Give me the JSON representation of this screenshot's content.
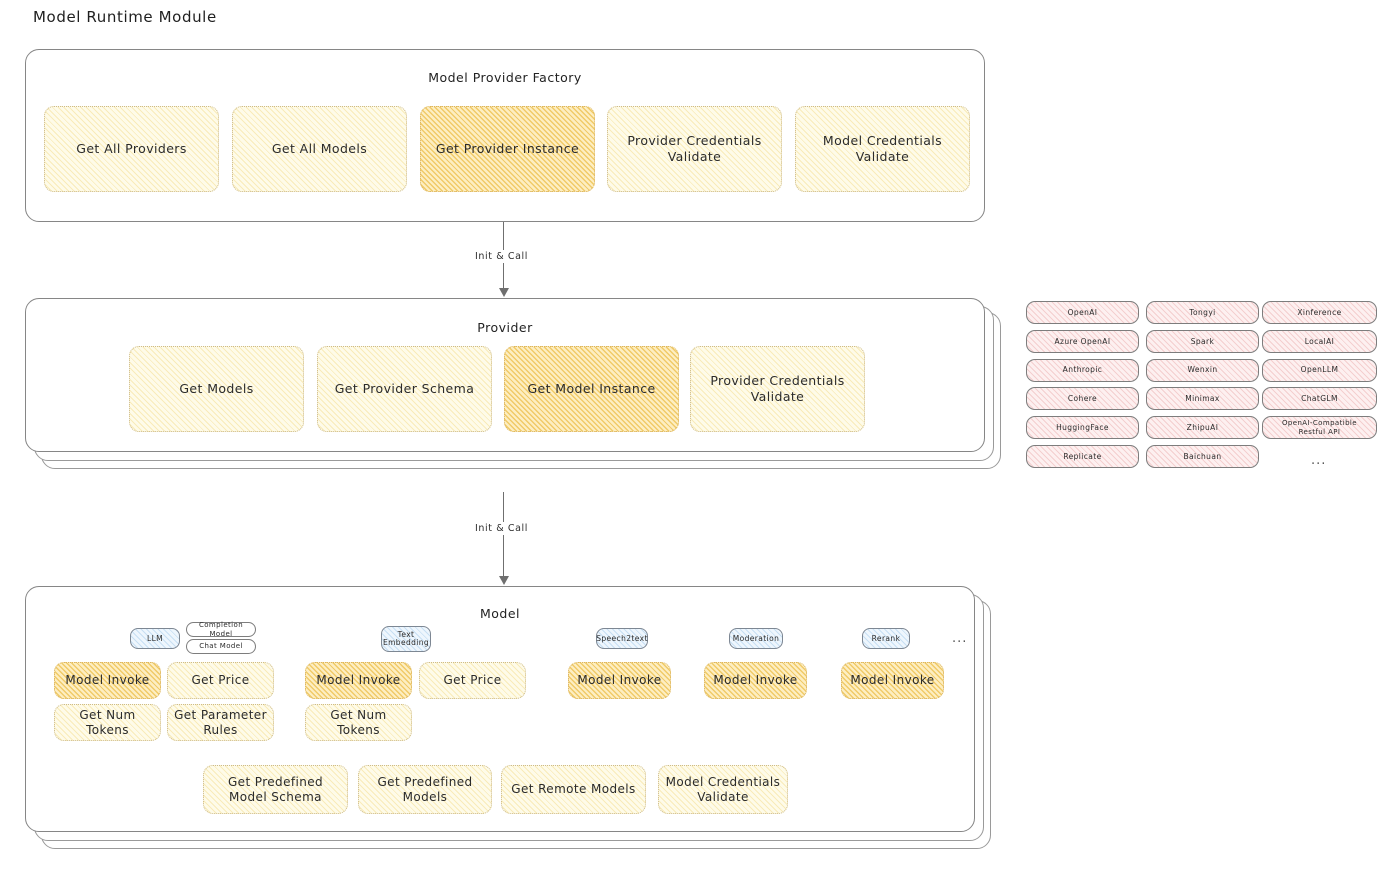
{
  "page": {
    "title": "Model Runtime Module",
    "colors": {
      "cream_fill": "#fefbe9",
      "amber_fill": "#fdeec2",
      "pink_fill": "#fdf0f0",
      "blue_fill": "#eef6fd",
      "border_gray": "#868686",
      "text": "#2b2b2b"
    }
  },
  "factory": {
    "title": "Model Provider Factory",
    "nodes": [
      {
        "label": "Get All Providers",
        "highlighted": false
      },
      {
        "label": "Get All Models",
        "highlighted": false
      },
      {
        "label": "Get Provider Instance",
        "highlighted": true
      },
      {
        "label": "Provider Credentials Validate",
        "highlighted": false
      },
      {
        "label": "Model Credentials Validate",
        "highlighted": false
      }
    ]
  },
  "arrow_factory_to_provider": {
    "label": "Init & Call"
  },
  "provider": {
    "title": "Provider",
    "nodes": [
      {
        "label": "Get Models",
        "highlighted": false
      },
      {
        "label": "Get Provider Schema",
        "highlighted": false
      },
      {
        "label": "Get Model Instance",
        "highlighted": true
      },
      {
        "label": "Provider Credentials Validate",
        "highlighted": false
      }
    ]
  },
  "provider_list": {
    "ellipsis": "...",
    "columns": [
      [
        "OpenAI",
        "Azure OpenAI",
        "Anthropic",
        "Cohere",
        "HuggingFace",
        "Replicate"
      ],
      [
        "Tongyi",
        "Spark",
        "Wenxin",
        "Minimax",
        "ZhipuAI",
        "Baichuan"
      ],
      [
        "Xinference",
        "LocalAI",
        "OpenLLM",
        "ChatGLM",
        "OpenAI-Compatible Restful API"
      ]
    ]
  },
  "arrow_provider_to_model": {
    "label": "Init & Call"
  },
  "model": {
    "title": "Model",
    "ellipsis": "...",
    "types": [
      {
        "badge": "LLM",
        "sub_badges": [
          "Completion Model",
          "Chat Model"
        ],
        "ops_row1": [
          {
            "label": "Model Invoke",
            "highlighted": true
          },
          {
            "label": "Get Price",
            "highlighted": false
          }
        ],
        "ops_row2": [
          {
            "label": "Get Num Tokens",
            "highlighted": false
          },
          {
            "label": "Get Parameter Rules",
            "highlighted": false
          }
        ]
      },
      {
        "badge": "Text Embedding",
        "sub_badges": [],
        "ops_row1": [
          {
            "label": "Model Invoke",
            "highlighted": true
          },
          {
            "label": "Get Price",
            "highlighted": false
          }
        ],
        "ops_row2": [
          {
            "label": "Get Num Tokens",
            "highlighted": false
          }
        ]
      },
      {
        "badge": "Speech2text",
        "sub_badges": [],
        "ops_row1": [
          {
            "label": "Model Invoke",
            "highlighted": true
          }
        ],
        "ops_row2": []
      },
      {
        "badge": "Moderation",
        "sub_badges": [],
        "ops_row1": [
          {
            "label": "Model Invoke",
            "highlighted": true
          }
        ],
        "ops_row2": []
      },
      {
        "badge": "Rerank",
        "sub_badges": [],
        "ops_row1": [
          {
            "label": "Model Invoke",
            "highlighted": true
          }
        ],
        "ops_row2": []
      }
    ],
    "common_ops": [
      "Get Predefined Model Schema",
      "Get Predefined Models",
      "Get Remote Models",
      "Model Credentials Validate"
    ]
  }
}
